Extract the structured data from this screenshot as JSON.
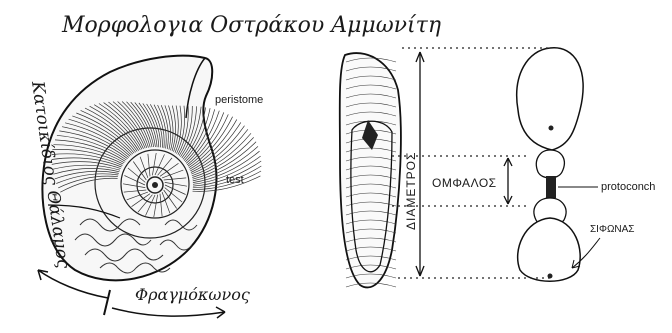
{
  "title": "Μορφολογια   Οστράκου   Αμμωνίτη",
  "labels": {
    "peristome": "peristome",
    "test": "test",
    "living_chamber": "Κατοικίδιος Θάλαμος",
    "phragmocone": "Φραγμόκωνος",
    "diameter": "ΔΙΑΜΕΤΡΟΣ",
    "umbilicus": "ΟΜΦΑΛΟΣ",
    "protoconch": "protoconch",
    "siphuncle": "ΣΙΦΩΝΑΣ"
  }
}
